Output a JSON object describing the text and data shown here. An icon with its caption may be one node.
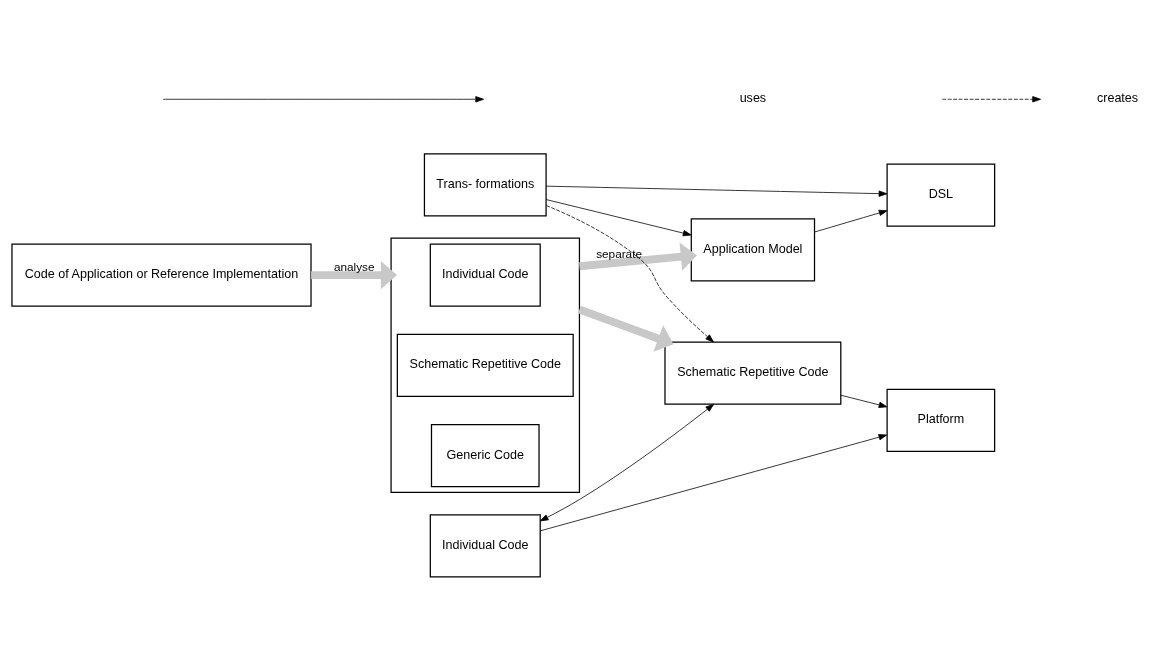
{
  "diagram": {
    "nodes": [
      {
        "text": [
          "Code of Application or Reference Implementation"
        ]
      },
      {
        "text": [],
        "shape": "box"
      },
      {
        "text": [
          "Individual Code"
        ],
        "in": 1
      },
      {
        "text": [
          "Schematic Repetitive Code"
        ],
        "in": 1
      },
      {
        "text": [
          "Generic Code"
        ],
        "in": 1
      },
      {
        "text": [
          "Application Model"
        ]
      },
      {
        "text": [
          "DSL"
        ]
      },
      {
        "text": [
          "Trans- formations"
        ]
      },
      {
        "text": [
          "Individual Code"
        ]
      },
      {
        "text": [
          "Schematic Repetitive Code"
        ]
      },
      {
        "text": [
          "Platform"
        ]
      }
    ],
    "edges": [
      {
        "from": 0,
        "to": 1,
        "arrow": "to",
        "label": "analyse",
        "style": "thick",
        "color": "#c8c8c8"
      },
      {
        "from": 1,
        "to": 5,
        "arrow": "to",
        "label": "separate",
        "style": "thick",
        "color": "#c8c8c8"
      },
      {
        "from": 1,
        "to": 9,
        "arrow": "to",
        "style": "thick",
        "color": "#c8c8c8"
      },
      {
        "from": 5,
        "to": 6,
        "arrow": "to"
      },
      {
        "from": 7,
        "to": 6,
        "arrow": "to"
      },
      {
        "from": 7,
        "to": 5,
        "arrow": "to"
      },
      {
        "from": 7,
        "to": 9,
        "arrow": "to",
        "style": "dashed"
      },
      {
        "from": 8,
        "to": 9,
        "arrow": "both"
      },
      {
        "from": 8,
        "to": 10,
        "arrow": "to"
      },
      {
        "from": 9,
        "to": 10,
        "arrow": "to"
      }
    ],
    "legend": [
      {
        "text": "uses"
      },
      {
        "text": "creates"
      }
    ]
  }
}
